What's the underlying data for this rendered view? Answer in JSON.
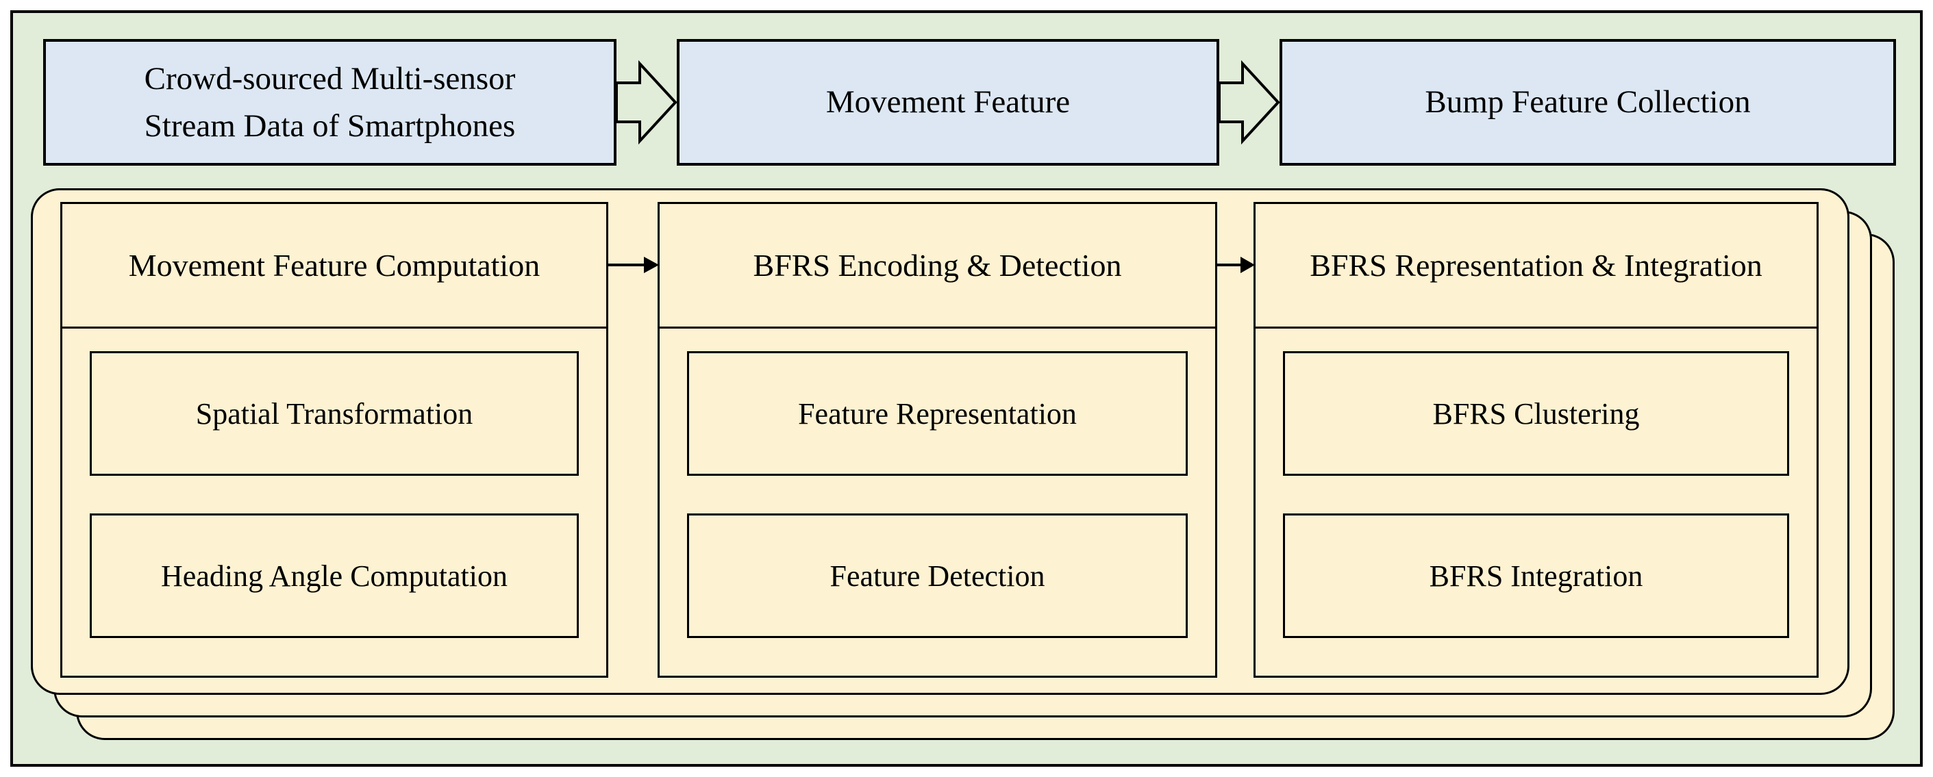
{
  "colors": {
    "canvas_background": "#ffffff",
    "figure_background": "#e1ecd9",
    "process_box_fill": "#dce7f3",
    "module_fill": "#fdf2d2",
    "border": "#000000"
  },
  "top_row": {
    "boxes": [
      {
        "label": "Crowd-sourced Multi-sensor Stream Data of Smartphones"
      },
      {
        "label": "Movement Feature"
      },
      {
        "label": "Bump Feature Collection"
      }
    ]
  },
  "pipeline": {
    "columns": [
      {
        "header": "Movement Feature Computation",
        "items": [
          {
            "label": "Spatial Transformation"
          },
          {
            "label": "Heading Angle Computation"
          }
        ]
      },
      {
        "header": "BFRS Encoding & Detection",
        "items": [
          {
            "label": "Feature Representation"
          },
          {
            "label": "Feature Detection"
          }
        ]
      },
      {
        "header": "BFRS Representation & Integration",
        "items": [
          {
            "label": "BFRS Clustering"
          },
          {
            "label": "BFRS Integration"
          }
        ]
      }
    ]
  }
}
